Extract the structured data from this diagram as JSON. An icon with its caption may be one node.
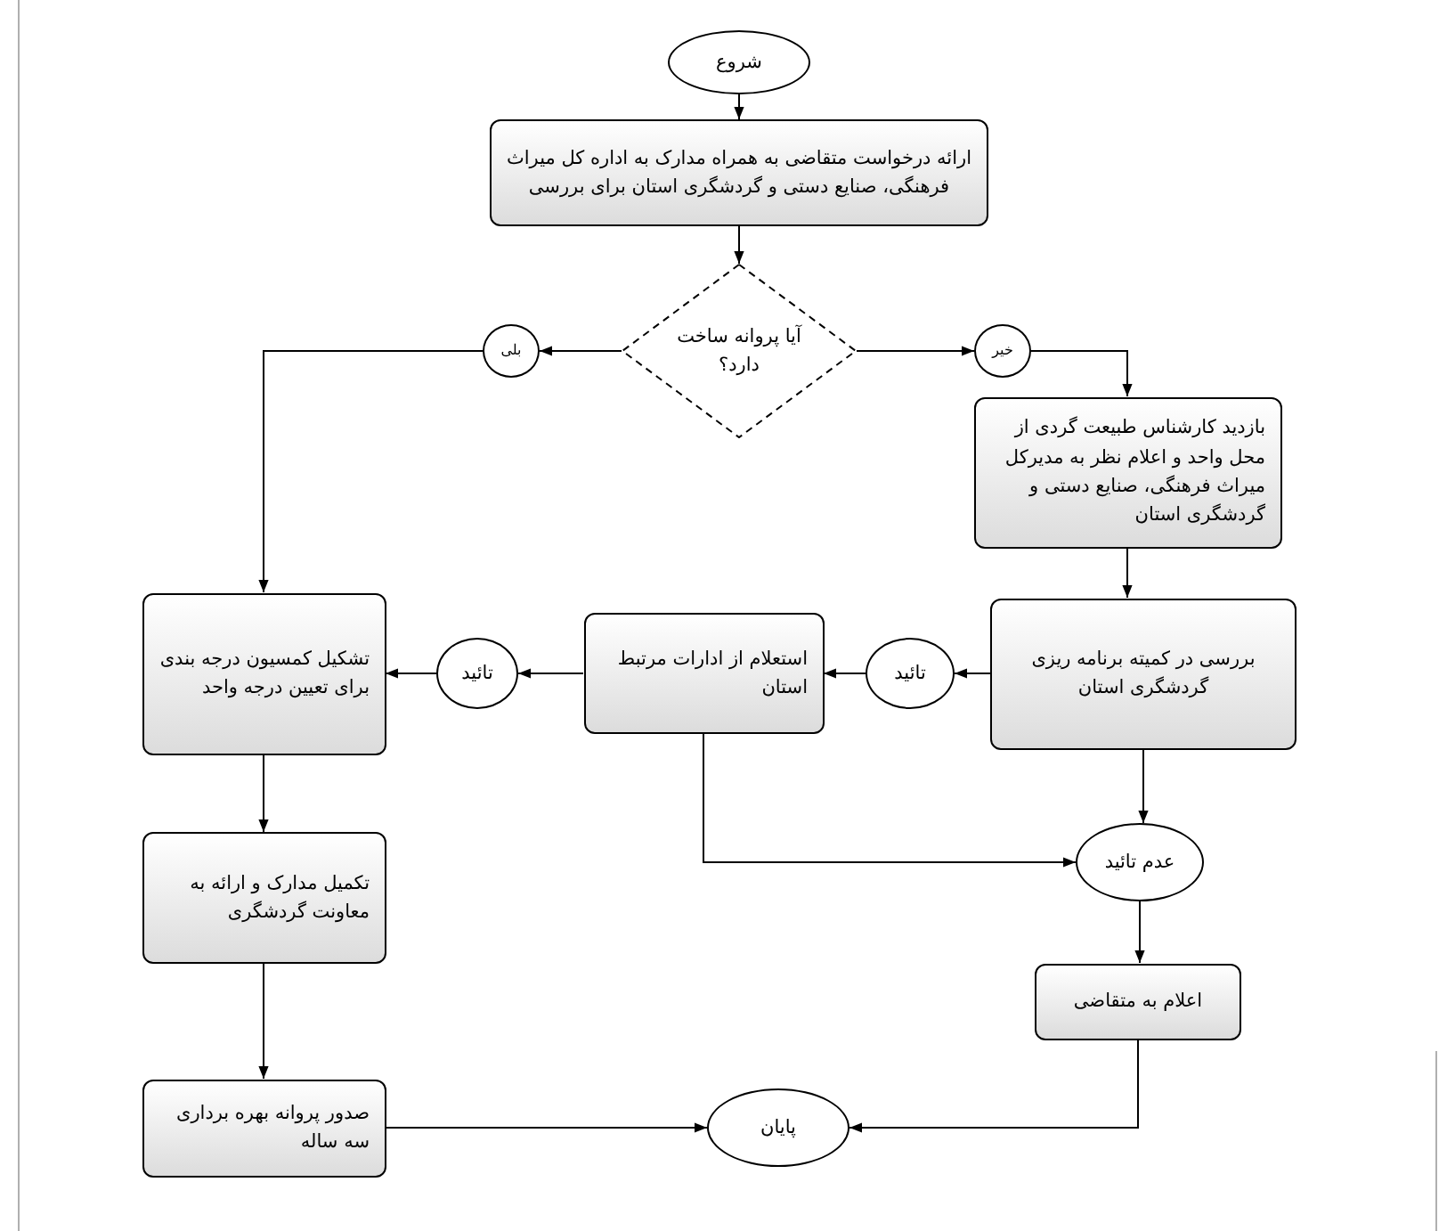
{
  "diagram": {
    "nodes": [
      {
        "text": [
          "شروع"
        ]
      },
      {
        "text": [
          "ارائه درخواست متقاضی به همراه مدارک به اداره کل میراث فرهنگی، صنایع دستی و گردشگری استان برای بررسی"
        ]
      },
      {
        "text": [
          "آیا پروانه ساخت دارد؟"
        ]
      },
      {
        "text": [
          "بلی"
        ]
      },
      {
        "text": [
          "خیر"
        ]
      },
      {
        "text": [
          "بازدید کارشناس طبیعت گردی از محل واحد و اعلام نظر به مدیرکل میراث فرهنگی، صنایع دستی و گردشگری استان"
        ]
      },
      {
        "text": [
          "بررسی در کمیته برنامه ریزی گردشگری استان"
        ]
      },
      {
        "text": [
          "تائید"
        ]
      },
      {
        "text": [
          "استعلام از ادارات مرتبط استان"
        ]
      },
      {
        "text": [
          "تائید"
        ]
      },
      {
        "text": [
          "تشکیل کمسیون درجه بندی برای تعیین درجه واحد"
        ]
      },
      {
        "text": [
          "تکمیل مدارک و ارائه به معاونت گردشگری"
        ]
      },
      {
        "text": [
          "صدور پروانه بهره برداری سه ساله"
        ]
      },
      {
        "text": [
          "پایان"
        ]
      },
      {
        "text": [
          "عدم تائید"
        ]
      },
      {
        "text": [
          "اعلام به متقاضی"
        ]
      }
    ],
    "edges": [
      {
        "from": 0,
        "to": 1,
        "arrow": "to"
      },
      {
        "from": 1,
        "to": 2,
        "arrow": "to"
      },
      {
        "from": 2,
        "to": 3,
        "arrow": "to"
      },
      {
        "from": 3,
        "to": 10,
        "arrow": "to"
      },
      {
        "from": 2,
        "to": 4,
        "arrow": "to"
      },
      {
        "from": 4,
        "to": 5,
        "arrow": "to"
      },
      {
        "from": 5,
        "to": 6,
        "arrow": "to"
      },
      {
        "from": 6,
        "to": 7,
        "arrow": "to"
      },
      {
        "from": 7,
        "to": 8,
        "arrow": "to"
      },
      {
        "from": 8,
        "to": 9,
        "arrow": "to"
      },
      {
        "from": 9,
        "to": 10,
        "arrow": "to"
      },
      {
        "from": 8,
        "to": 14,
        "arrow": "to"
      },
      {
        "from": 6,
        "to": 14,
        "arrow": "to"
      },
      {
        "from": 14,
        "to": 15,
        "arrow": "to"
      },
      {
        "from": 10,
        "to": 11,
        "arrow": "to"
      },
      {
        "from": 11,
        "to": 12,
        "arrow": "to"
      },
      {
        "from": 12,
        "to": 13,
        "arrow": "to"
      },
      {
        "from": 15,
        "to": 13,
        "arrow": "to"
      }
    ]
  }
}
